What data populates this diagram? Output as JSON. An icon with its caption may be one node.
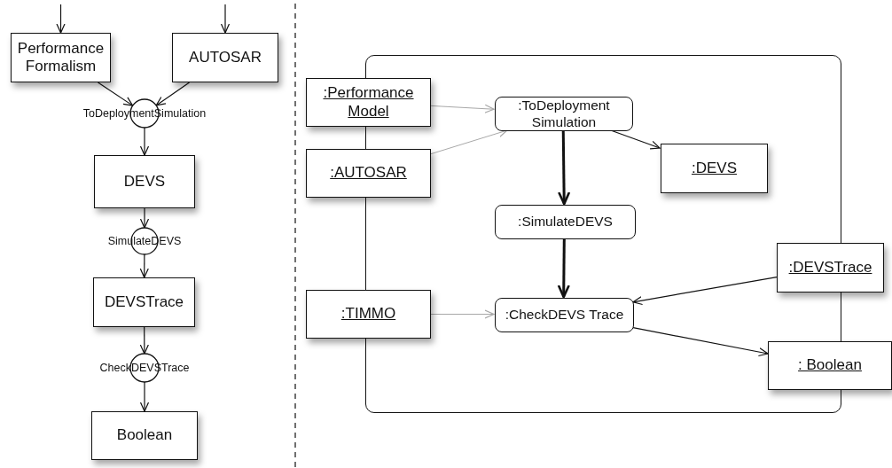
{
  "diagram": {
    "nodes": [
      {
        "text": [
          "Performance Formalism"
        ]
      },
      {
        "text": [
          "AUTOSAR"
        ]
      },
      {
        "text": [
          "ToDeploymentSimulation"
        ]
      },
      {
        "text": [
          "DEVS"
        ]
      },
      {
        "text": [
          "SimulateDEVS"
        ]
      },
      {
        "text": [
          "DEVSTrace"
        ]
      },
      {
        "text": [
          "CheckDEVSTrace"
        ]
      },
      {
        "text": [
          "Boolean"
        ]
      },
      {
        "text": [],
        "shape": "box"
      },
      {
        "text": [
          ":Performance Model"
        ]
      },
      {
        "text": [
          ":AUTOSAR"
        ]
      },
      {
        "text": [
          ":ToDeployment Simulation"
        ],
        "in": 8
      },
      {
        "text": [
          ":DEVS"
        ],
        "in": 8
      },
      {
        "text": [
          ":SimulateDEVS"
        ],
        "in": 8
      },
      {
        "text": [
          ":TIMMO"
        ]
      },
      {
        "text": [
          ":CheckDEVS Trace"
        ],
        "in": 8
      },
      {
        "text": [
          ":DEVSTrace"
        ]
      },
      {
        "text": [
          ": Boolean"
        ]
      }
    ],
    "edges": [
      {
        "from": null,
        "to": 0,
        "arrow": "to"
      },
      {
        "from": null,
        "to": 1,
        "arrow": "to"
      },
      {
        "from": 0,
        "to": 2,
        "arrow": "to"
      },
      {
        "from": 1,
        "to": 2,
        "arrow": "to"
      },
      {
        "from": 2,
        "to": 3,
        "arrow": "to"
      },
      {
        "from": 3,
        "to": 4,
        "arrow": "to"
      },
      {
        "from": 4,
        "to": 5,
        "arrow": "to"
      },
      {
        "from": 5,
        "to": 6,
        "arrow": "to"
      },
      {
        "from": 6,
        "to": 7,
        "arrow": "to"
      },
      {
        "from": 9,
        "to": 11,
        "arrow": "to",
        "color": "#a8a8a8"
      },
      {
        "from": 10,
        "to": 11,
        "arrow": "to",
        "color": "#a8a8a8"
      },
      {
        "from": 11,
        "to": 12,
        "arrow": "to"
      },
      {
        "from": 11,
        "to": 13,
        "arrow": "to",
        "style": "thick"
      },
      {
        "from": 13,
        "to": 15,
        "arrow": "to",
        "style": "thick"
      },
      {
        "from": 14,
        "to": 15,
        "arrow": "to",
        "color": "#a8a8a8"
      },
      {
        "from": 16,
        "to": 15,
        "arrow": "to"
      },
      {
        "from": 15,
        "to": 17,
        "arrow": "to"
      }
    ]
  }
}
